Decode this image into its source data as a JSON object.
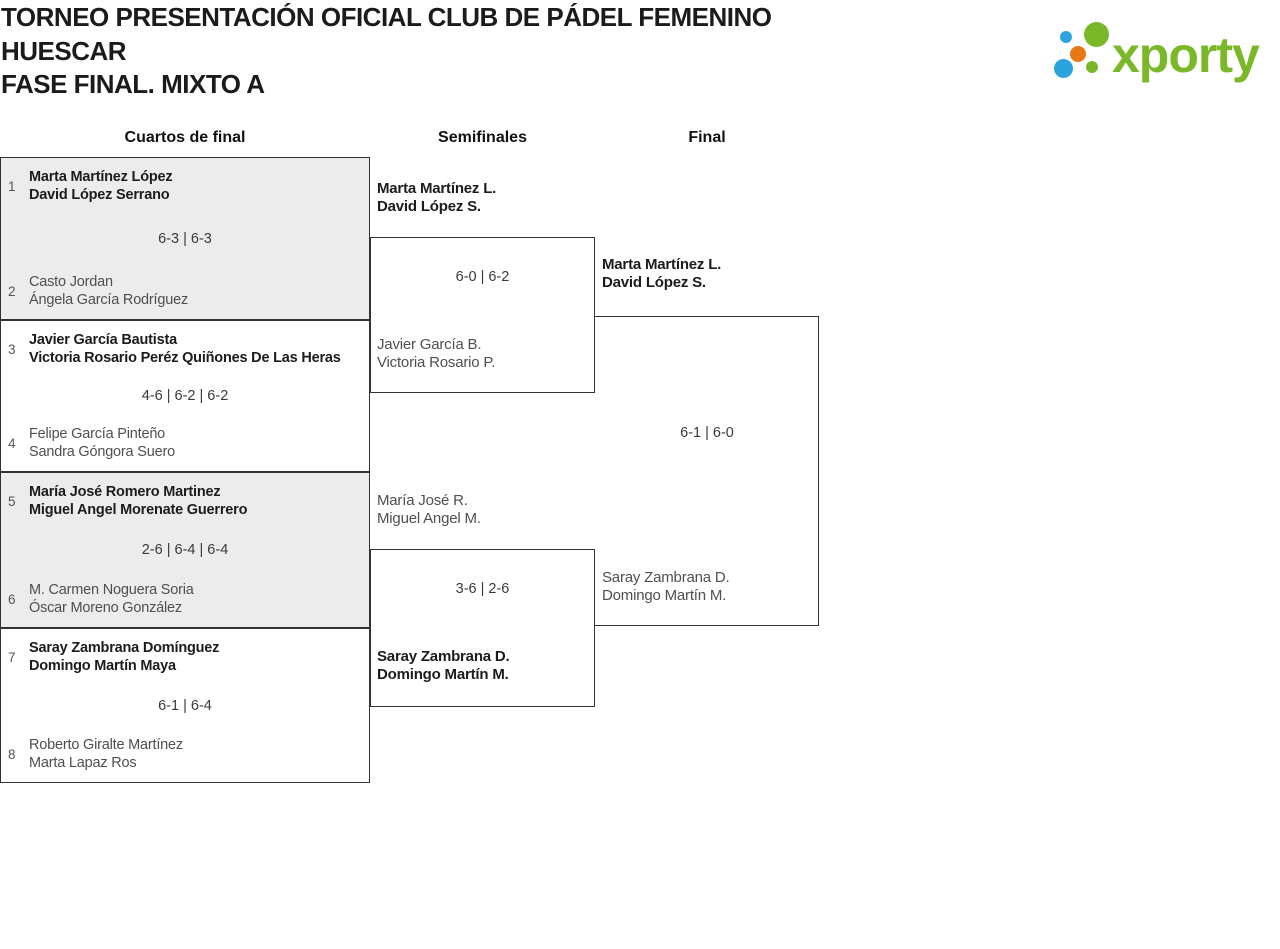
{
  "header": {
    "title_lines": [
      "TORNEO PRESENTACIÓN OFICIAL CLUB DE PÁDEL FEMENINO",
      "HUESCAR",
      "FASE FINAL. MIXTO A"
    ]
  },
  "logo": {
    "wordmark": "xporty",
    "colors": {
      "green": "#7bb829",
      "blue": "#2ba3dc",
      "orange": "#e87715"
    }
  },
  "columns": [
    "Cuartos de final",
    "Semifinales",
    "Final"
  ],
  "bracket": {
    "quarterfinals": [
      {
        "seed_top": "1",
        "team_top": [
          "Marta Martínez López",
          "David López Serrano"
        ],
        "score": "6-3 | 6-3",
        "seed_bottom": "2",
        "team_bottom": [
          "Casto Jordan",
          "Ángela García Rodríguez"
        ],
        "winner": "top"
      },
      {
        "seed_top": "3",
        "team_top": [
          "Javier García Bautista",
          "Victoria Rosario Peréz Quiñones De Las Heras"
        ],
        "score": "4-6 | 6-2 | 6-2",
        "seed_bottom": "4",
        "team_bottom": [
          "Felipe García Pinteño",
          "Sandra Góngora Suero"
        ],
        "winner": "top"
      },
      {
        "seed_top": "5",
        "team_top": [
          "María José Romero Martinez",
          "Miguel Angel Morenate Guerrero"
        ],
        "score": "2-6 | 6-4 | 6-4",
        "seed_bottom": "6",
        "team_bottom": [
          "M. Carmen Noguera Soria",
          "Óscar Moreno González"
        ],
        "winner": "top"
      },
      {
        "seed_top": "7",
        "team_top": [
          "Saray Zambrana Domínguez",
          "Domingo Martín Maya"
        ],
        "score": "6-1 | 6-4",
        "seed_bottom": "8",
        "team_bottom": [
          "Roberto Giralte Martínez",
          "Marta Lapaz Ros"
        ],
        "winner": "top"
      }
    ],
    "semifinals": [
      {
        "team_top": [
          "Marta Martínez L.",
          "David López S."
        ],
        "score": "6-0 | 6-2",
        "team_bottom": [
          "Javier García B.",
          "Victoria Rosario P."
        ],
        "winner": "top"
      },
      {
        "team_top": [
          "María José R.",
          "Miguel Angel M."
        ],
        "score": "3-6 | 2-6",
        "team_bottom": [
          "Saray Zambrana D.",
          "Domingo Martín M."
        ],
        "winner": "bottom"
      }
    ],
    "final": {
      "team_top": [
        "Marta Martínez L.",
        "David López S."
      ],
      "score": "6-1 | 6-0",
      "team_bottom": [
        "Saray Zambrana D.",
        "Domingo Martín M."
      ],
      "winner": "top"
    }
  }
}
